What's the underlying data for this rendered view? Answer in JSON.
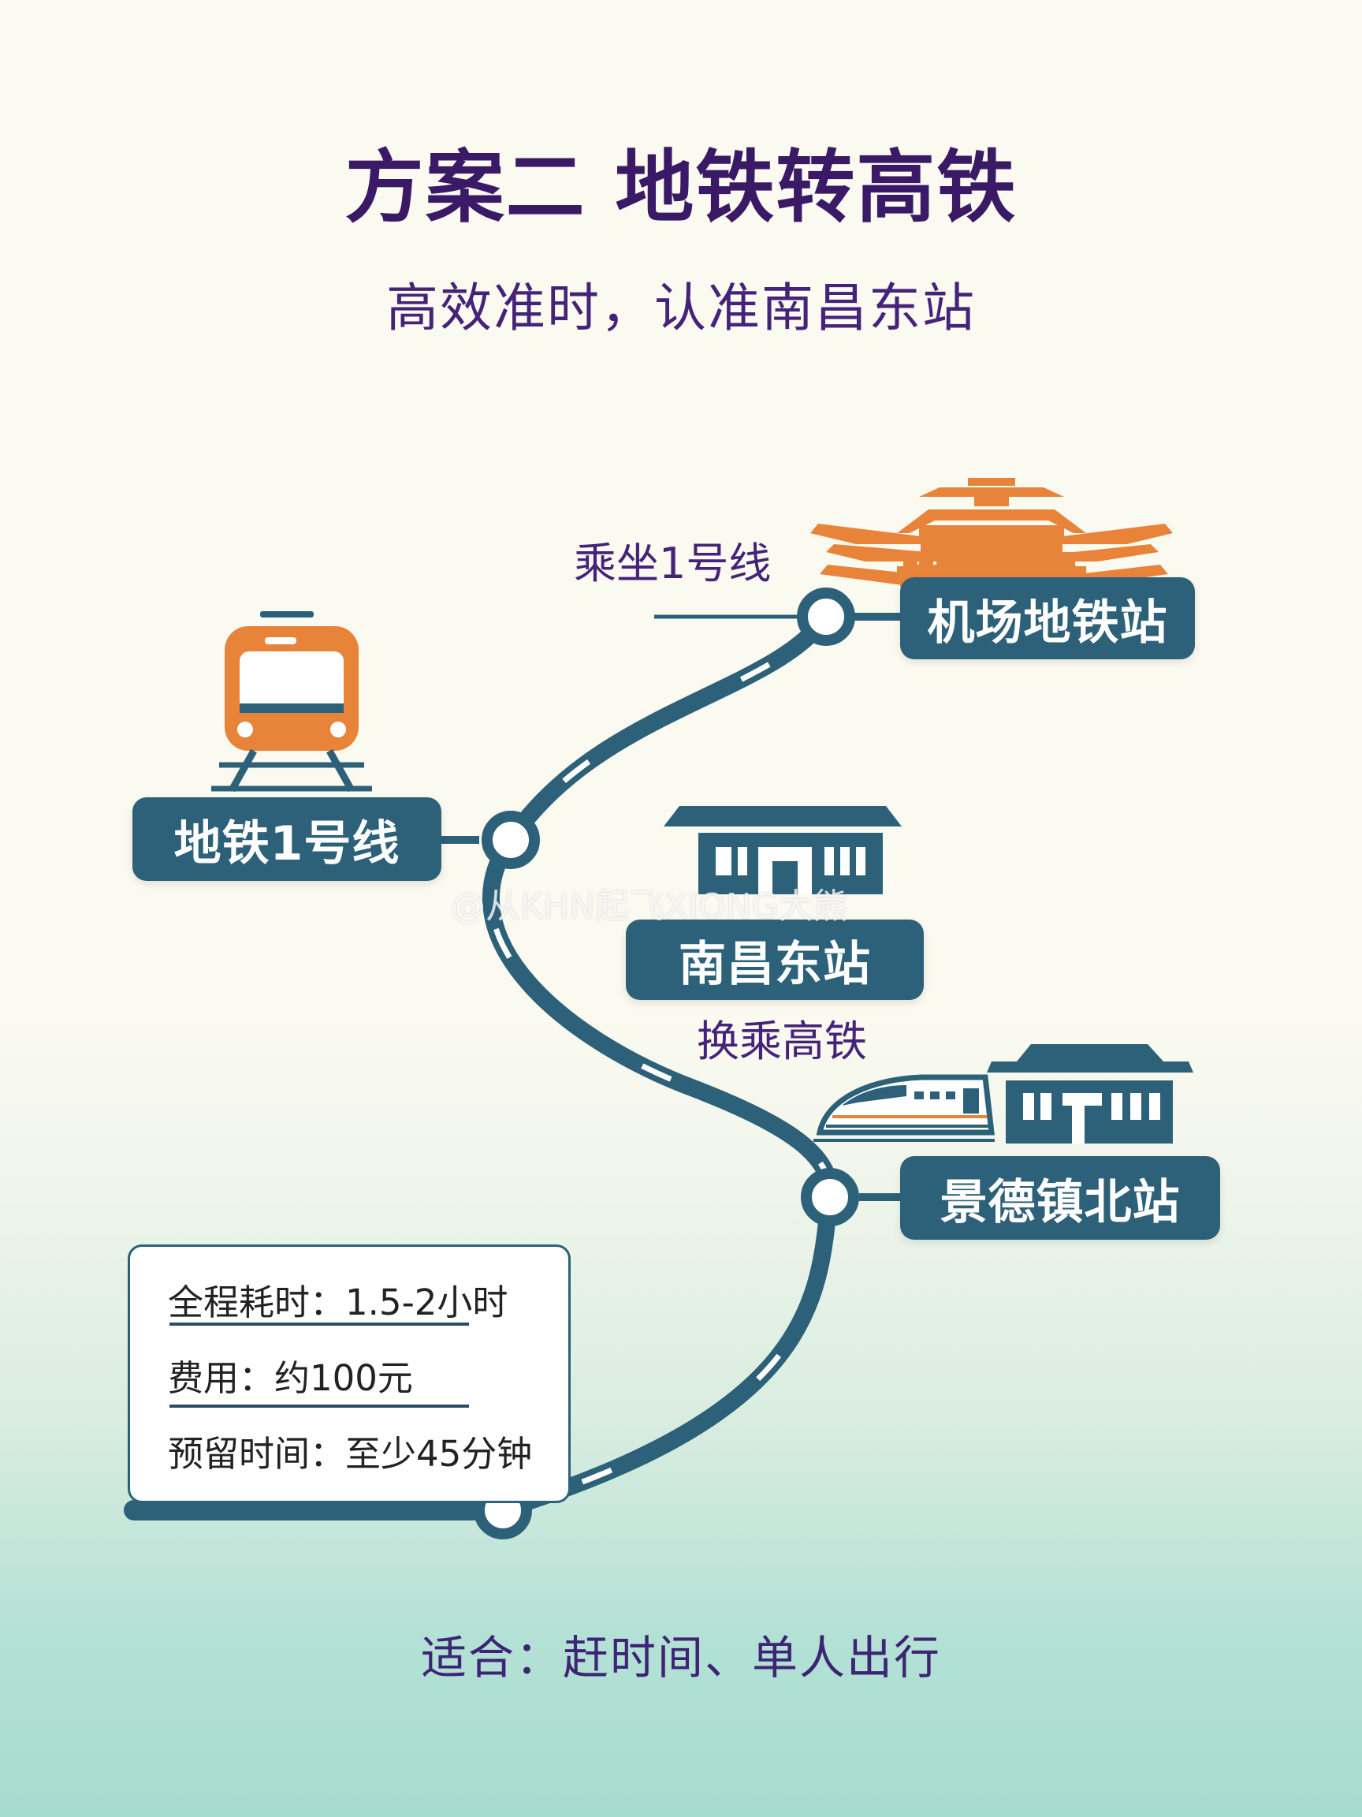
{
  "title": "方案二 地铁转高铁",
  "subtitle": "高效准时，认准南昌东站",
  "labels": {
    "ride_line1": "乘坐1号线",
    "transfer": "换乘高铁"
  },
  "stations": {
    "airport": "机场地铁站",
    "metro_line1": "地铁1号线",
    "nanchang_east": "南昌东站",
    "jingdezhen_north": "景德镇北站"
  },
  "info": {
    "total_time": "全程耗时：1.5-2小时",
    "cost": "费用：约100元",
    "buffer": "预留时间：至少45分钟"
  },
  "footer": "适合：赶时间、单人出行",
  "watermark": "@从KHN起飞XIONG大熊",
  "colors": {
    "title": "#3a1a66",
    "track": "#2c6179",
    "accent_orange": "#e8843a"
  },
  "icons": [
    "subway-train-icon",
    "airport-terminal-icon",
    "station-building-icon",
    "high-speed-train-icon"
  ]
}
